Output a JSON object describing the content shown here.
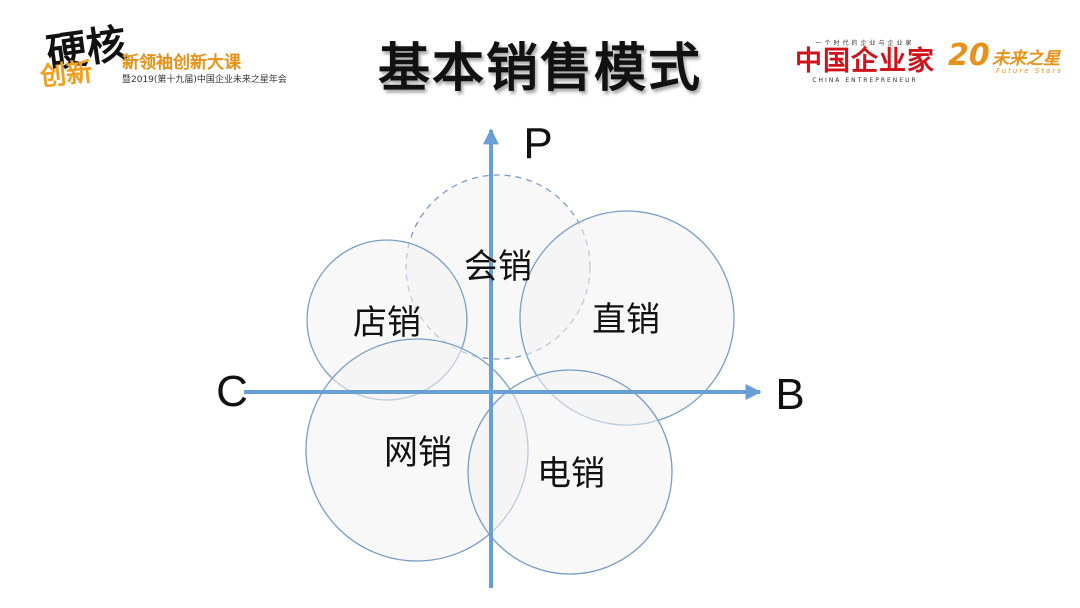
{
  "title": "基本销售模式",
  "logos": {
    "left_brush_line1": "硬核",
    "left_brush_line2": "创新",
    "left_course": "新领袖创新大课",
    "left_event": "暨2019(第十九届)中国企业未来之星年会",
    "ce_tagline": "一个时代的企业与企业家",
    "ce_name": "中国企业家",
    "ce_english": "CHINA ENTREPRENEUR",
    "fs_number": "20",
    "fs_name": "未来之星",
    "fs_english": "Future Stars"
  },
  "colors": {
    "axis": "#6a9fd4",
    "circle_stroke": "#7a9ec8",
    "circle_fill": "#f2f2f2"
  },
  "axes": {
    "up": "P",
    "right": "B",
    "left": "C"
  },
  "zones": [
    {
      "label": "会销",
      "style": "dashed"
    },
    {
      "label": "店销",
      "style": "solid"
    },
    {
      "label": "直销",
      "style": "solid"
    },
    {
      "label": "网销",
      "style": "solid"
    },
    {
      "label": "电销",
      "style": "solid"
    }
  ]
}
